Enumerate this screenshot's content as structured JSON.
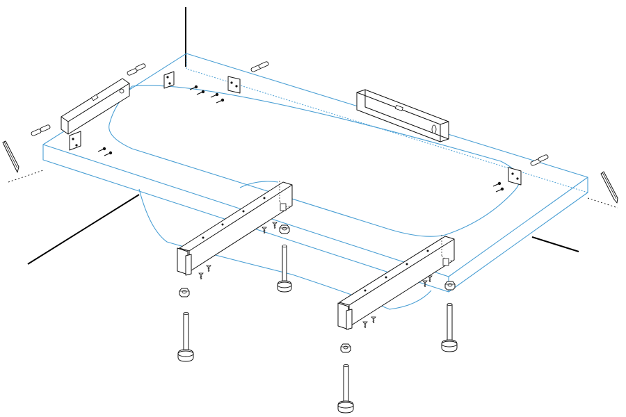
{
  "figure": {
    "kind": "exploded assembly drawing",
    "colors": {
      "tub_outline": "#4a9fd4",
      "linework": "#111111",
      "background": "#ffffff"
    },
    "parts": {
      "tub": "bathtub",
      "walls": "wall corner",
      "levels": [
        "spirit-level",
        "spirit-level"
      ],
      "pencils": [
        "pencil-icon",
        "pencil-icon"
      ],
      "frames": [
        "support-frame",
        "support-frame"
      ],
      "legs": [
        "adjustable-leg",
        "adjustable-leg",
        "adjustable-leg",
        "adjustable-leg"
      ],
      "nuts": [
        "nut",
        "nut",
        "nut",
        "nut"
      ],
      "wall_brackets": [
        "wall-bracket",
        "wall-bracket",
        "wall-bracket",
        "wall-bracket"
      ],
      "wall_plugs": [
        "wall-plug-pair",
        "wall-plug-pair",
        "wall-plug-pair",
        "wall-plug-pair"
      ],
      "screws": [
        "screw-group",
        "screw-group",
        "screw-group",
        "screw-group"
      ]
    }
  }
}
